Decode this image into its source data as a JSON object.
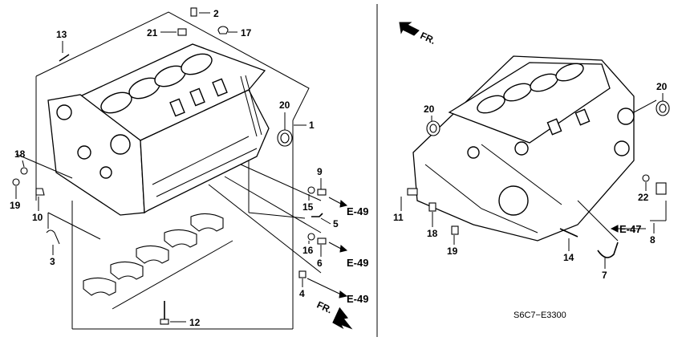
{
  "callouts": {
    "c1": "1",
    "c2": "2",
    "c3": "3",
    "c4": "4",
    "c5": "5",
    "c6": "6",
    "c7": "7",
    "c8": "8",
    "c9": "9",
    "c10": "10",
    "c11": "11",
    "c12": "12",
    "c13": "13",
    "c14": "14",
    "c15": "15",
    "c16": "16",
    "c17": "17",
    "c18a": "18",
    "c18b": "18",
    "c19a": "19",
    "c19b": "19",
    "c20a": "20",
    "c20b": "20",
    "c20c": "20",
    "c21": "21",
    "c22": "22"
  },
  "references": {
    "e49a": "E-49",
    "e49b": "E-49",
    "e49c": "E-49",
    "e47": "E-47"
  },
  "direction": {
    "fr_top": "FR.",
    "fr_bottom": "FR."
  },
  "diagram_code": "S6C7−E3300"
}
